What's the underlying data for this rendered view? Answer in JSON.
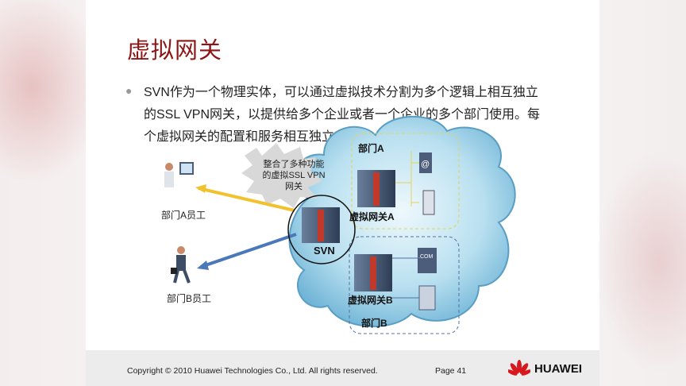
{
  "slide": {
    "title": "虚拟网关",
    "bullet_text": "SVN作为一个物理实体，可以通过虚拟技术分割为多个逻辑上相互独立的SSL VPN网关，以提供给多个企业或者一个企业的多个部门使用。每个虚拟网关的配置和服务相互独立。"
  },
  "diagram": {
    "callout": "整合了多种功能的虚拟SSL VPN网关",
    "dept_a_employee": "部门A员工",
    "dept_b_employee": "部门B员工",
    "svn_label": "SVN",
    "dept_a": "部门A",
    "dept_b": "部门B",
    "gateway_a": "虚拟网关A",
    "gateway_b": "虚拟网关B",
    "com_label": ".COM",
    "at_label": "@"
  },
  "footer": {
    "copyright": "Copyright © 2010 Huawei Technologies Co., Ltd. All rights reserved.",
    "page": "Page 41",
    "logo_text": "HUAWEI"
  },
  "colors": {
    "title": "#8c1515",
    "arrow_a": "#f2c12e",
    "arrow_b": "#4a78b8",
    "cloud": "#a9d6ea"
  }
}
